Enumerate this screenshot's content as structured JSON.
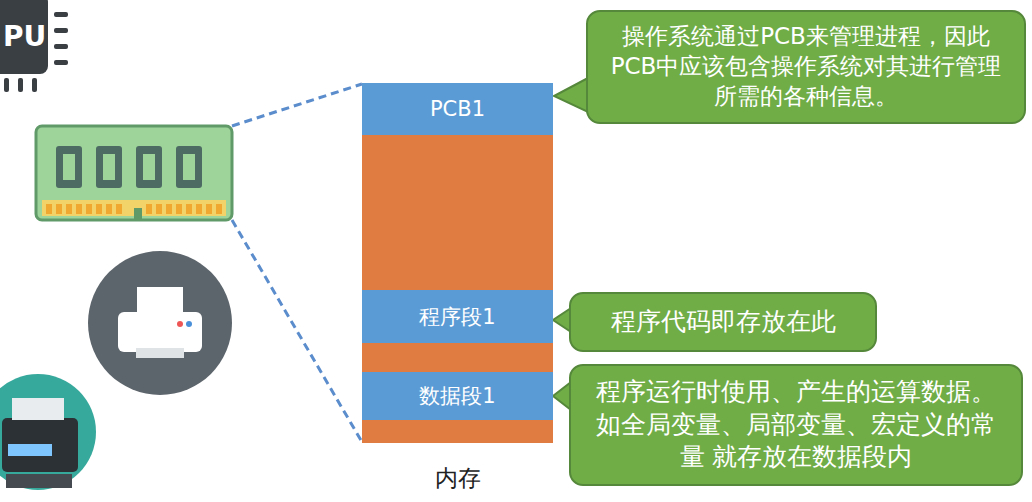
{
  "diagram": {
    "nodes": [
      {
        "text": [
          "内存"
        ]
      },
      {
        "text": [
          "PCB1"
        ],
        "in": 0
      },
      {
        "text": [
          "操作系统通过PCB来管理进程，因此PCB中应该包含操作系统对其进行管理所需的各种信息。"
        ]
      },
      {
        "text": [
          "程序段1"
        ],
        "in": 0
      },
      {
        "text": [
          "程序代码即存放在此"
        ]
      },
      {
        "text": [
          "数据段1"
        ],
        "in": 0
      },
      {
        "text": [
          "程序运行时使用、产生的运算数据。如全局变量、局部变量、宏定义的常量 就存放在数据段内"
        ]
      }
    ],
    "labels": [
      "PU"
    ]
  }
}
